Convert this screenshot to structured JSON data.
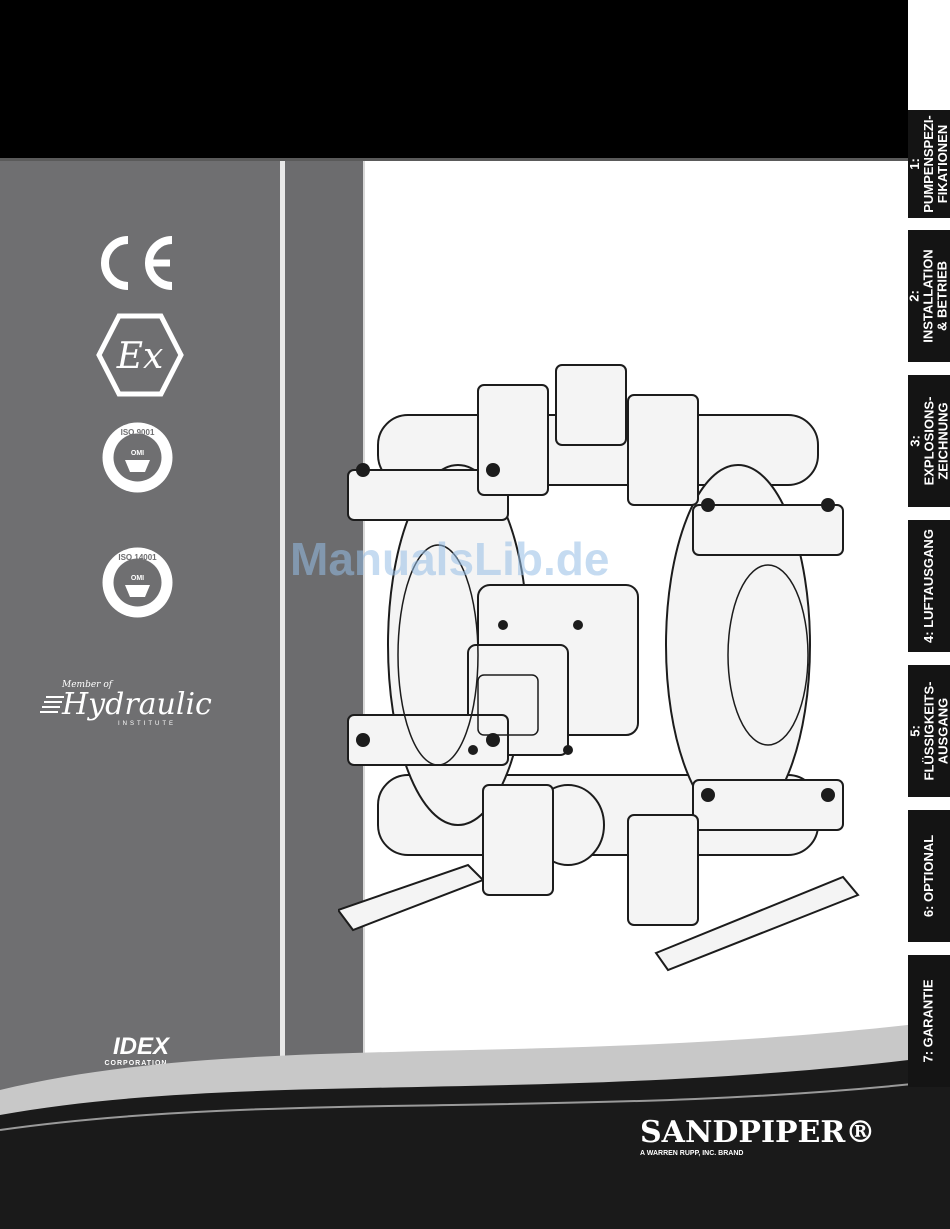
{
  "tabs": [
    {
      "label": "1: PUMPENSPEZI- FIKATIONEN"
    },
    {
      "label": "2: INSTALLATION & BETRIEB"
    },
    {
      "label": "3: EXPLOSIONS- ZEICHNUNG"
    },
    {
      "label": "4: LUFTAUSGANG"
    },
    {
      "label": "5: FLÜSSIGKEITS- AUSGANG"
    },
    {
      "label": "6: OPTIONAL"
    },
    {
      "label": "7: GARANTIE"
    }
  ],
  "certifications": {
    "ce": "CE",
    "ex": "Ex",
    "iso9001": "ISO 9001",
    "iso14001": "ISO 14001",
    "omi": "OMI",
    "hydraulic_member": "Member of",
    "hydraulic_name": "Hydraulic",
    "hydraulic_institute": "INSTITUTE",
    "idex": "IDEX",
    "idex_corp": "CORPORATION"
  },
  "brand": {
    "name": "SANDPIPER®",
    "tagline": "A WARREN RUPP, INC. BRAND"
  },
  "watermark": "ManualsLib.de",
  "colors": {
    "top_bar": "#000000",
    "left_panel": "#6f6f71",
    "tab_bg": "#141414",
    "text_on_dark": "#ffffff"
  }
}
